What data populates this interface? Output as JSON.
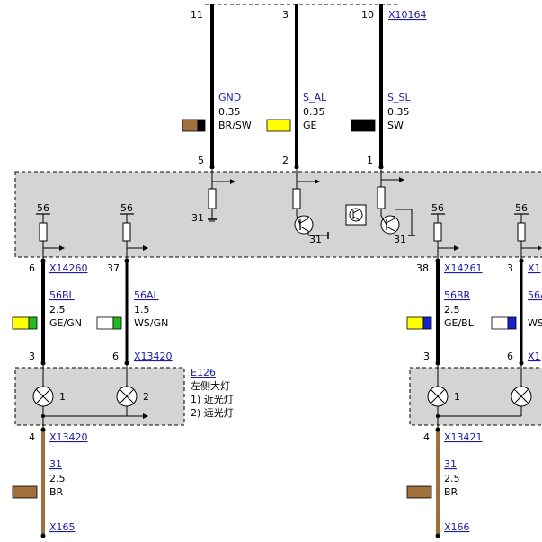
{
  "colors": {
    "module_fill": "#d4d4d4",
    "link": "#1a1aa8",
    "brown": "#a0703c",
    "yellow": "#ffff00",
    "green": "#22bb22",
    "blue": "#1a22cc",
    "black": "#000000"
  },
  "top_connector": {
    "pin_labels": [
      "11",
      "3",
      "10"
    ],
    "connector_id": "X10164"
  },
  "top_wires": [
    {
      "signal": "GND",
      "gauge": "0.35",
      "color_code": "BR/SW",
      "swatch": [
        "brown",
        "black"
      ],
      "module_pin": "5"
    },
    {
      "signal": "S_AL",
      "gauge": "0.35",
      "color_code": "GE",
      "swatch": [
        "yellow"
      ],
      "module_pin": "2"
    },
    {
      "signal": "S_SL",
      "gauge": "0.35",
      "color_code": "SW",
      "swatch": [
        "black"
      ],
      "module_pin": "1"
    }
  ],
  "module": {
    "ground_labels": [
      "31",
      "31",
      "31"
    ],
    "terminal_56_labels": [
      "56",
      "56",
      "56",
      "56"
    ]
  },
  "left_branch": {
    "module_pins": [
      "6",
      "37"
    ],
    "connector_top": "X14260",
    "wires": [
      {
        "signal": "56BL",
        "gauge": "2.5",
        "color_code": "GE/GN",
        "swatch": [
          "yellow",
          "green"
        ]
      },
      {
        "signal": "56AL",
        "gauge": "1.5",
        "color_code": "WS/GN",
        "swatch": [
          "white",
          "green"
        ]
      }
    ],
    "lamp_pins": [
      "3",
      "6"
    ],
    "connector_lamp": "X13420",
    "lamp_numbers": [
      "1",
      "2"
    ],
    "lamp_id": "E126",
    "lamp_name": "左侧大灯",
    "lamp_items": [
      "1)   近光灯",
      "2)   远光灯"
    ],
    "ground_pin": "4",
    "ground_connector": "X13420",
    "ground_wire": {
      "signal": "31",
      "gauge": "2.5",
      "color_code": "BR",
      "swatch": [
        "brown"
      ]
    },
    "ground_point": "X165"
  },
  "right_branch": {
    "module_pins": [
      "38",
      "3"
    ],
    "connector_top": "X14261",
    "connector_top_partial": "X1",
    "wires": [
      {
        "signal": "56BR",
        "gauge": "2.5",
        "color_code": "GE/BL",
        "swatch": [
          "yellow",
          "blue"
        ]
      },
      {
        "signal": "56A",
        "color_code": "WS",
        "swatch": [
          "white",
          "blue"
        ]
      }
    ],
    "lamp_pins": [
      "3",
      "6"
    ],
    "connector_lamp_partial": "X1",
    "lamp_numbers": [
      "1"
    ],
    "ground_pin": "4",
    "ground_connector": "X13421",
    "ground_wire": {
      "signal": "31",
      "gauge": "2.5",
      "color_code": "BR",
      "swatch": [
        "brown"
      ]
    },
    "ground_point": "X166"
  }
}
